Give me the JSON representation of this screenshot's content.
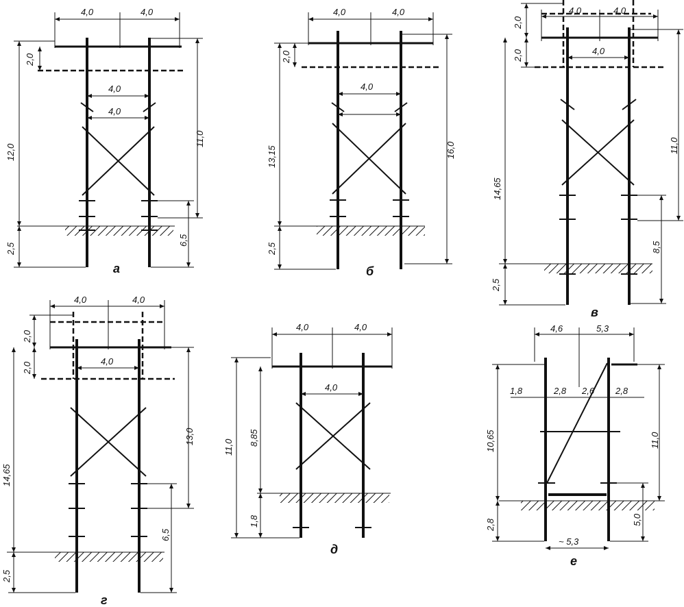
{
  "panels": {
    "a": {
      "caption": "а",
      "d_top_left": "4,0",
      "d_top_right": "4,0",
      "d_upper_gap": "2,0",
      "d_span1": "4,0",
      "d_span2": "4,0",
      "d_height_left": "12,0",
      "d_height_right": "11,0",
      "d_lower": "6,5",
      "d_embed": "2,5"
    },
    "b": {
      "caption": "б",
      "d_top_left": "4,0",
      "d_top_right": "4,0",
      "d_upper_gap": "2,0",
      "d_span1": "4,0",
      "d_height_left": "13,15",
      "d_height_right": "16,0",
      "d_embed": "2,5"
    },
    "v": {
      "caption": "в",
      "d_top_left": "4,0",
      "d_top_right": "4,0",
      "d_gap_top": "2,0",
      "d_gap_mid": "2,0",
      "d_span1": "4,0",
      "d_height_left": "14,65",
      "d_height_right": "11,0",
      "d_lower": "8,5",
      "d_embed": "2,5"
    },
    "g": {
      "caption": "г",
      "d_top_left": "4,0",
      "d_top_right": "4,0",
      "d_gap_top": "2,0",
      "d_gap_mid": "2,0",
      "d_span1": "4,0",
      "d_height_left": "14,65",
      "d_height_right": "13,0",
      "d_lower": "6,5",
      "d_embed": "2,5"
    },
    "d": {
      "caption": "д",
      "d_top_left": "4,0",
      "d_top_right": "4,0",
      "d_span1": "4,0",
      "d_height_left": "11,0",
      "d_mid": "8,85",
      "d_embed": "1,8"
    },
    "e": {
      "caption": "е",
      "d_top_left": "4,6",
      "d_top_right": "5,3",
      "d_s1": "1,8",
      "d_s2": "2,8",
      "d_s3": "2,6",
      "d_s4": "2,8",
      "d_height_left": "10,65",
      "d_height_right": "11,0",
      "d_lower": "5,0",
      "d_embed": "2,8",
      "d_base": "~ 5,3"
    }
  }
}
